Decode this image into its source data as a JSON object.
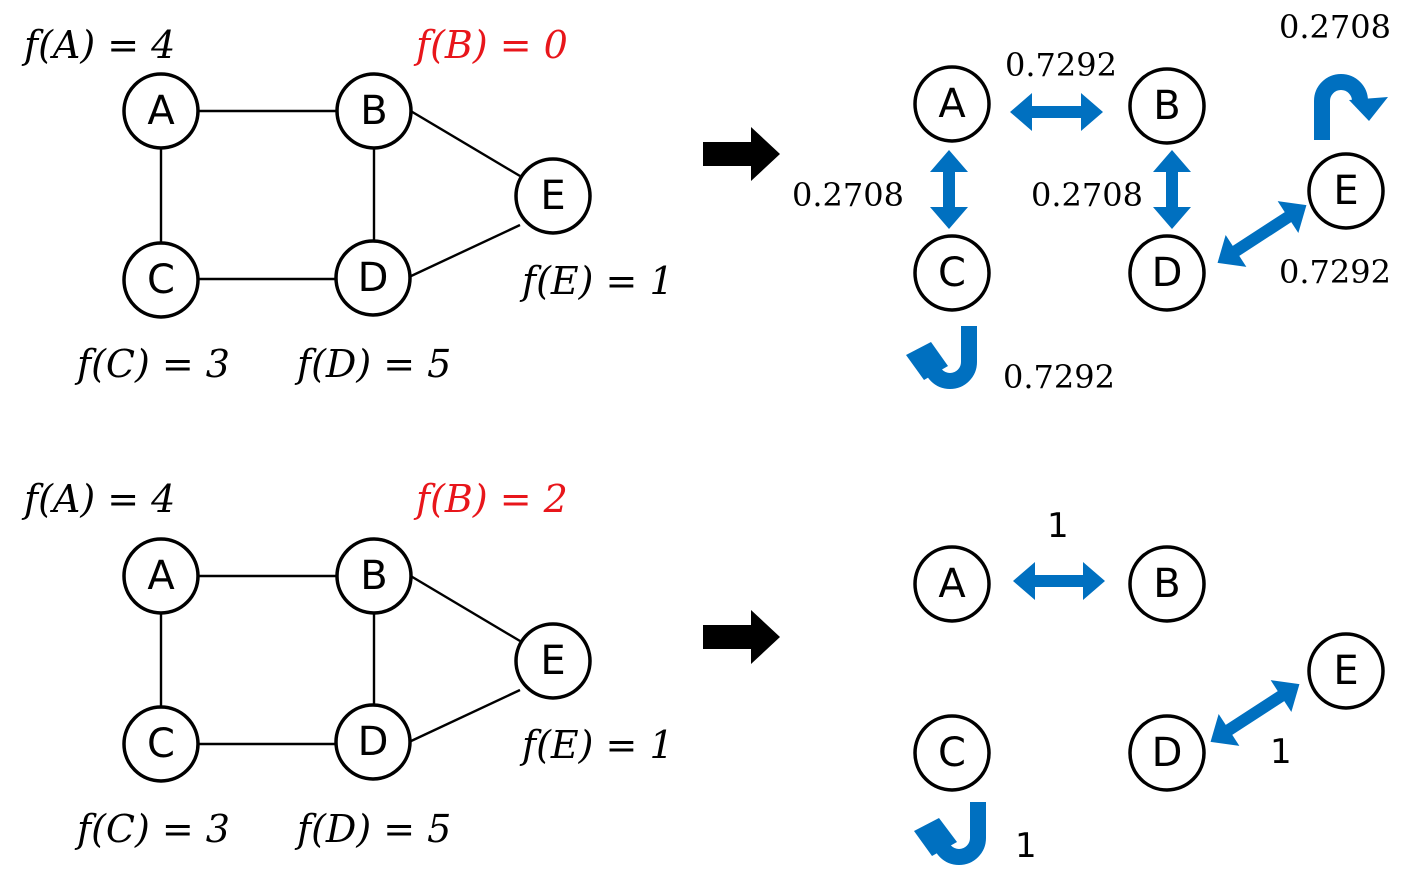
{
  "colors": {
    "highlight": "#e8161b",
    "flow": "#0070c0",
    "stroke": "#000000"
  },
  "panels": [
    {
      "graph": {
        "nodes": [
          "A",
          "B",
          "C",
          "D",
          "E"
        ],
        "labels": {
          "A": "f(A) = 4",
          "B": "f(B) = 0",
          "C": "f(C) = 3",
          "D": "f(D) = 5",
          "E": "f(E) = 1"
        },
        "highlighted": "B"
      },
      "result": {
        "nodes": [
          "A",
          "B",
          "C",
          "D",
          "E"
        ],
        "weights": {
          "A_B": "0.7292",
          "A_C": "0.2708",
          "B_D": "0.2708",
          "D_E": "0.7292",
          "C_self": "0.7292",
          "E_self": "0.2708"
        }
      }
    },
    {
      "graph": {
        "nodes": [
          "A",
          "B",
          "C",
          "D",
          "E"
        ],
        "labels": {
          "A": "f(A) = 4",
          "B": "f(B) = 2",
          "C": "f(C) = 3",
          "D": "f(D) = 5",
          "E": "f(E) = 1"
        },
        "highlighted": "B"
      },
      "result": {
        "nodes": [
          "A",
          "B",
          "C",
          "D",
          "E"
        ],
        "weights": {
          "A_B": "1",
          "D_E": "1",
          "C_self": "1"
        }
      }
    }
  ]
}
